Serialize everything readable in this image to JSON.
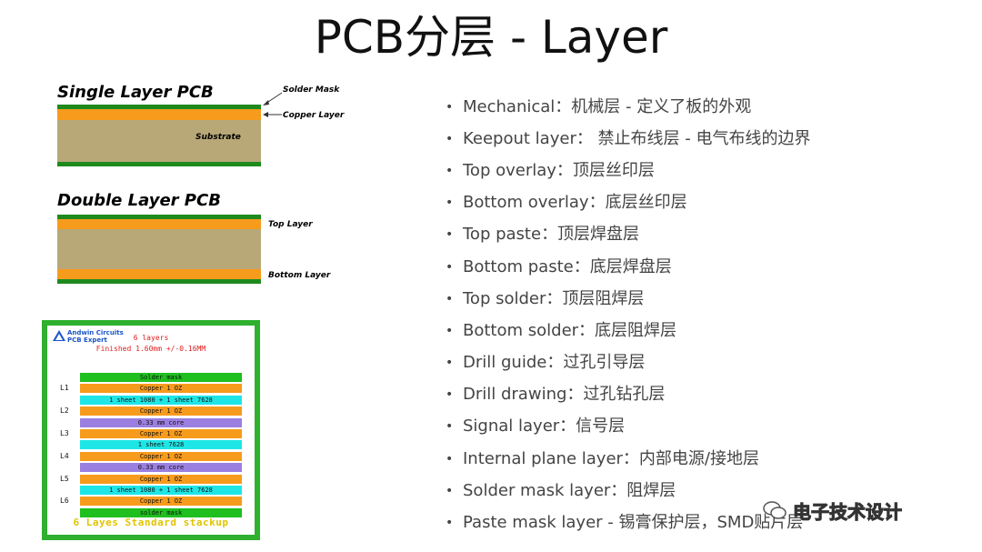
{
  "title": "PCB分层 - Layer",
  "single": {
    "title": "Single Layer PCB",
    "labels": {
      "solder_mask": "Solder Mask",
      "copper_layer": "Copper Layer",
      "substrate": "Substrate"
    }
  },
  "double": {
    "title": "Double Layer PCB",
    "labels": {
      "top": "Top Layer",
      "bottom": "Bottom Layer"
    }
  },
  "stackup": {
    "brand_line1": "Andwin Circuits",
    "brand_line2": "PCB Expert",
    "header1": "6 layers",
    "header2": "Finished 1.60mm +/-0.16MM",
    "layers": [
      {
        "text": "Solder mask",
        "color": "#1fbf1f"
      },
      {
        "text": "Copper 1 OZ",
        "color": "#f79b1c"
      },
      {
        "text": "1 sheet 1080 + 1 sheet 7628",
        "color": "#1ee6e6"
      },
      {
        "text": "Copper 1 OZ",
        "color": "#f79b1c"
      },
      {
        "text": "0.33 mm core",
        "color": "#9b7fe0"
      },
      {
        "text": "Copper 1 OZ",
        "color": "#f79b1c"
      },
      {
        "text": "1 sheet 7628",
        "color": "#1ee6e6"
      },
      {
        "text": "Copper 1 OZ",
        "color": "#f79b1c"
      },
      {
        "text": "0.33 mm core",
        "color": "#9b7fe0"
      },
      {
        "text": "Copper 1 OZ",
        "color": "#f79b1c"
      },
      {
        "text": "1 sheet 1080 + 1 sheet 7628",
        "color": "#1ee6e6"
      },
      {
        "text": "Copper 1 OZ",
        "color": "#f79b1c"
      },
      {
        "text": "solder mask",
        "color": "#1fbf1f"
      }
    ],
    "layer_numbers": [
      "L1",
      "L2",
      "L3",
      "L4",
      "L5",
      "L6"
    ],
    "footer": "6 Layes Standard stackup"
  },
  "list": [
    "Mechanical：机械层 - 定义了板的外观",
    "Keepout layer： 禁止布线层 - 电气布线的边界",
    "Top overlay：顶层丝印层",
    "Bottom overlay：底层丝印层",
    "Top paste：顶层焊盘层",
    "Bottom paste：底层焊盘层",
    "Top solder：顶层阻焊层",
    "Bottom solder：底层阻焊层",
    "Drill guide：过孔引导层",
    "Drill drawing：过孔钻孔层",
    "Signal layer：信号层",
    "Internal plane layer：内部电源/接地层",
    "Solder mask layer：阻焊层",
    "Paste mask layer - 锡膏保护层，SMD贴片层"
  ],
  "bullet_char": "•",
  "watermark": "电子技术设计"
}
